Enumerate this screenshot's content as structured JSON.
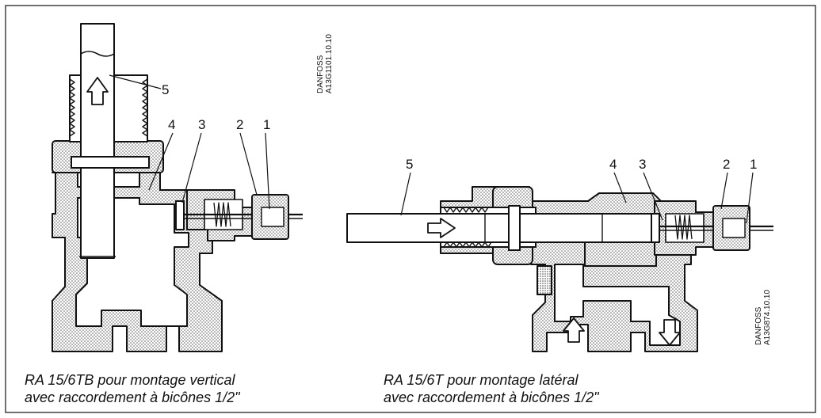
{
  "figure": {
    "left": {
      "callouts": [
        "5",
        "4",
        "3",
        "2",
        "1"
      ],
      "code_line1": "DANFOSS",
      "code_line2": "A13G1101.10.10",
      "caption_line1": "RA 15/6TB pour montage vertical",
      "caption_line2": "avec raccordement à bicônes 1/2\""
    },
    "right": {
      "callouts": [
        "5",
        "4",
        "3",
        "2",
        "1"
      ],
      "code_line1": "DANFOSS",
      "code_line2": "A13G874.10.10",
      "caption_line1": "RA 15/6T pour montage latéral",
      "caption_line2": "avec raccordement à bicônes 1/2\""
    }
  }
}
